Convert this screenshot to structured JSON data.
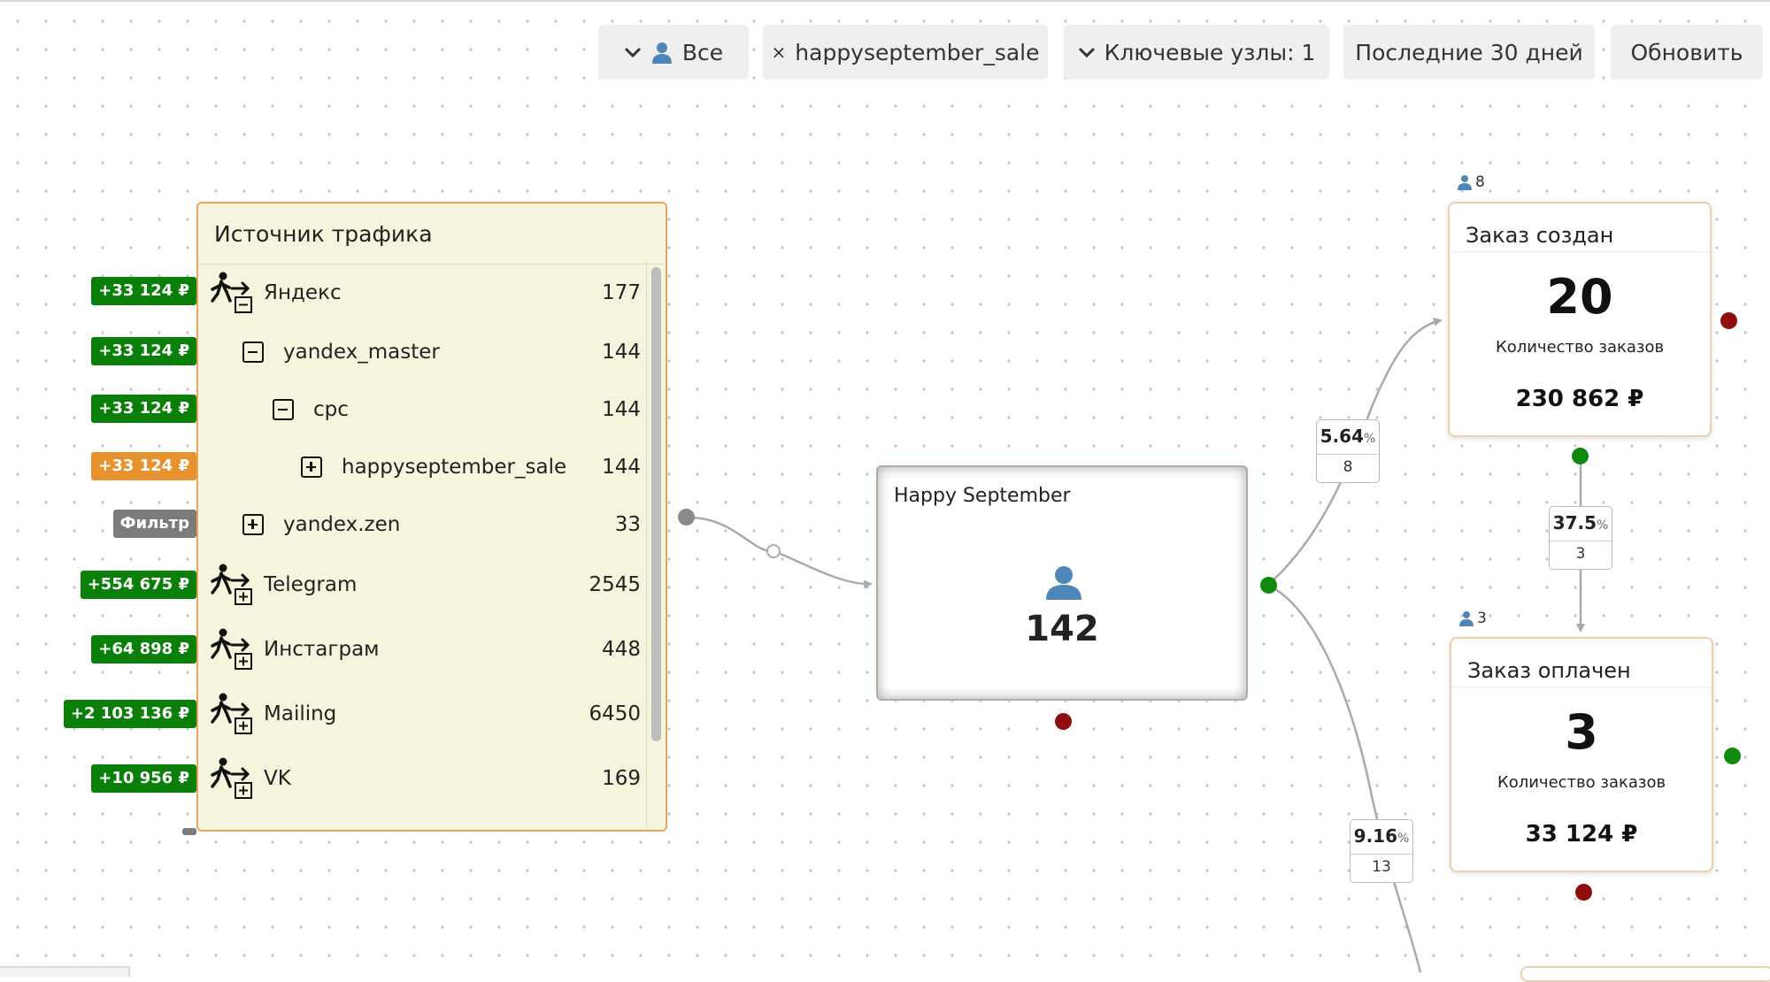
{
  "toolbar": {
    "segment_label": "Все",
    "filter_tag": "happyseptember_sale",
    "filter_close": "×",
    "key_nodes_label": "Ключевые узлы: 1",
    "period_label": "Последние 30 дней",
    "refresh_label": "Обновить"
  },
  "source_panel": {
    "title": "Источник трафика",
    "rows": [
      {
        "label": "Яндекс",
        "count": "177",
        "badge": "+33 124 ₽",
        "badge_color": "#0a7f0a"
      },
      {
        "label": "yandex_master",
        "count": "144",
        "badge": "+33 124 ₽",
        "badge_color": "#0a7f0a"
      },
      {
        "label": "cpc",
        "count": "144",
        "badge": "+33 124 ₽",
        "badge_color": "#0a7f0a"
      },
      {
        "label": "happyseptember_sale",
        "count": "144",
        "badge": "+33 124 ₽",
        "badge_color": "#e8922e"
      },
      {
        "label": "yandex.zen",
        "count": "33",
        "badge": "Фильтр",
        "badge_color": "#7b7b7b"
      },
      {
        "label": "Telegram",
        "count": "2545",
        "badge": "+554 675 ₽",
        "badge_color": "#0a7f0a"
      },
      {
        "label": "Инстаграм",
        "count": "448",
        "badge": "+64 898 ₽",
        "badge_color": "#0a7f0a"
      },
      {
        "label": "Mailing",
        "count": "6450",
        "badge": "+2 103 136 ₽",
        "badge_color": "#0a7f0a"
      },
      {
        "label": "VK",
        "count": "169",
        "badge": "+10 956 ₽",
        "badge_color": "#0a7f0a"
      }
    ]
  },
  "hs_node": {
    "title": "Happy September",
    "count": "142"
  },
  "order_created": {
    "users": "8",
    "title": "Заказ создан",
    "value": "20",
    "metric": "Количество заказов",
    "sum": "230 862 ₽"
  },
  "order_paid": {
    "users": "3",
    "title": "Заказ оплачен",
    "value": "3",
    "metric": "Количество заказов",
    "sum": "33 124 ₽"
  },
  "edges": {
    "to_created": {
      "pct": "5.64",
      "unit": "%",
      "count": "8"
    },
    "created_to_paid": {
      "pct": "37.5",
      "unit": "%",
      "count": "3"
    },
    "to_next": {
      "pct": "9.16",
      "unit": "%",
      "count": "13"
    }
  },
  "colors": {
    "panel_bg": "#f5f4dc",
    "panel_border": "#e9a55d",
    "badge_green": "#0a7f0a",
    "badge_orange": "#e8922e",
    "dot_green": "#0f8a0f",
    "dot_red": "#8e0d0d"
  }
}
